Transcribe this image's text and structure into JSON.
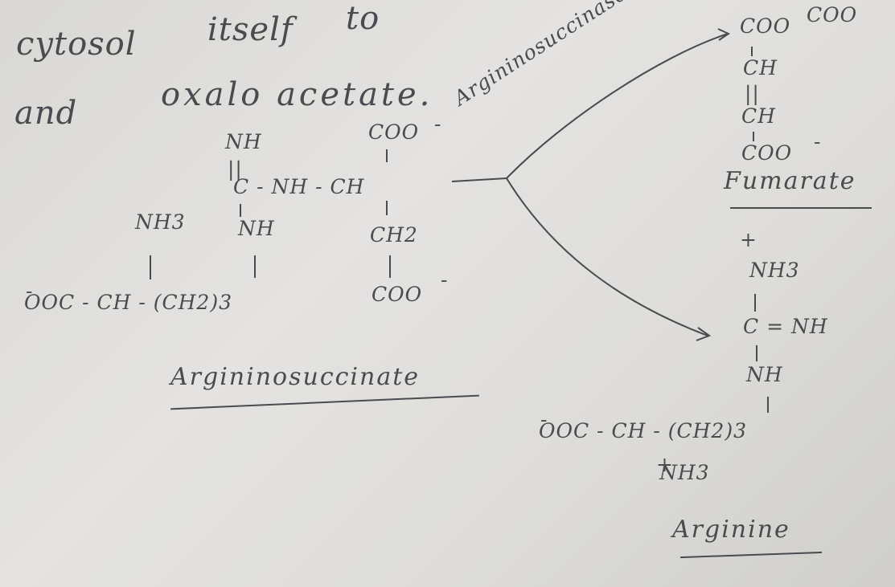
{
  "header": {
    "line1a": "cytosol",
    "line1b": "itself",
    "line1c": "to",
    "line2a": "and",
    "line2b": "oxalo acetate."
  },
  "argininosuccinate": {
    "nh": "NH",
    "eq": "||",
    "c_nh_ch": "C - NH - CH",
    "coo_top": "COO",
    "minus": "-",
    "nh3": "NH3",
    "nh_mid": "NH",
    "ch2": "CH2",
    "chain": "OOC - CH - (CH2)3",
    "coo_bot": "COO",
    "name": "Argininosuccinate"
  },
  "arrow": {
    "enzyme": "Argininosuccinase"
  },
  "fumarate": {
    "coo_top": "COO",
    "ch1": "CH",
    "dbl": "||",
    "ch2": "CH",
    "coo_bot": "COO",
    "name": "Fumarate"
  },
  "plus": "+",
  "arginine": {
    "nh3_top": "NH3",
    "c_nh": "C = NH",
    "nh": "NH",
    "chain": "OOC - CH - (CH2)3",
    "nh3_bot": "NH3",
    "name": "Arginine"
  }
}
